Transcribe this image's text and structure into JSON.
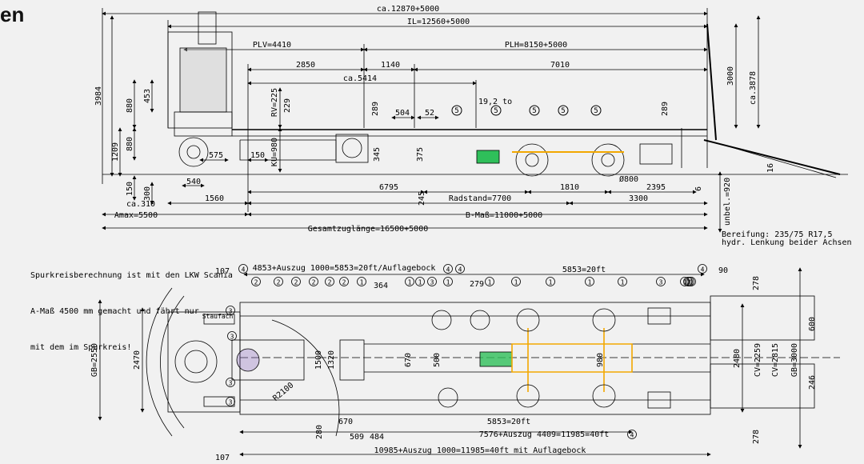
{
  "heading": "en",
  "note_lines": [
    "Spurkreisberechnung ist mit den LKW Scania",
    "A-Maß 4500 mm gemacht und fährt nur",
    "mit dem im Spurkreis!"
  ],
  "side_view": {
    "dim_top_1": "ca.12870+5000",
    "dim_top_2": "IL=12560+5000",
    "plv": "PLV=4410",
    "plh": "PLH=8150+5000",
    "d2850": "2850",
    "d1140": "1140",
    "d7010": "7010",
    "ca5414": "ca.5414",
    "d3984": "3984",
    "d880a": "880",
    "d453": "453",
    "rv225": "RV=225",
    "d229": "229",
    "d289a": "289",
    "d504": "504",
    "d52": "52",
    "d19": "19,2 to",
    "d289b": "289",
    "d3000": "3000",
    "ca3878": "ca.3878",
    "d1209": "1209",
    "d880b": "880",
    "d575": "575",
    "d150a": "150",
    "ku980": "KU=980",
    "d345": "345",
    "d375": "375",
    "d150b": "150",
    "d300": "300",
    "d540": "540",
    "ca310": "ca.310",
    "d1560": "1560",
    "d6795": "6795",
    "d245": "245",
    "radstand": "Radstand=7700",
    "d1810": "1810",
    "d2395": "2395",
    "d3300": "3300",
    "d800": "Ø800",
    "d6": "6",
    "d16": "16",
    "amax": "Amax=5500",
    "bmass": "B-Maß=11000+5000",
    "gesamt": "Gesamtzuglänge=16500+5000",
    "unbel": "unbel.=920",
    "bereifung": "Bereifung: 235/75 R17,5",
    "lenkung": "hydr. Lenkung beider Achsen",
    "marker": "5"
  },
  "top_view": {
    "d107a": "107",
    "auszug_20ft": "4853+Auszug 1000=5853=20ft/Auflagebock",
    "d5853_top": "5853=20ft",
    "d90": "90",
    "d364": "364",
    "d279": "279",
    "staufach": "Staufach",
    "gb2550": "GB=2550",
    "d2470": "2470",
    "d1500": "1500",
    "d1320": "1320",
    "d670a": "670",
    "d500": "500",
    "d980": "980",
    "r2100": "R2100",
    "d2480": "2480",
    "cv2259": "CV=2259",
    "cv2815": "CV=2815",
    "gb3000": "GB=3000",
    "d278a": "278",
    "d600": "600",
    "d246": "246",
    "d278b": "278",
    "d670b": "670",
    "d280": "280",
    "d509": "509",
    "d484": "484",
    "d5853_bot": "5853=20ft",
    "d7576": "7576+Auszug 4409=11985=40ft",
    "d107b": "107",
    "d10985": "10985+Auszug 1000=11985=40ft mit Auflagebock",
    "circles_top": [
      "4",
      "2",
      "2",
      "2",
      "2",
      "2",
      "2",
      "1",
      "1",
      "1",
      "3",
      "1",
      "4",
      "4",
      "1",
      "1",
      "1",
      "1",
      "1",
      "3",
      "1",
      "1",
      "1",
      "1",
      "4"
    ],
    "circles_mid": [
      "3",
      "3",
      "3",
      "3"
    ],
    "circle_4": "4"
  }
}
